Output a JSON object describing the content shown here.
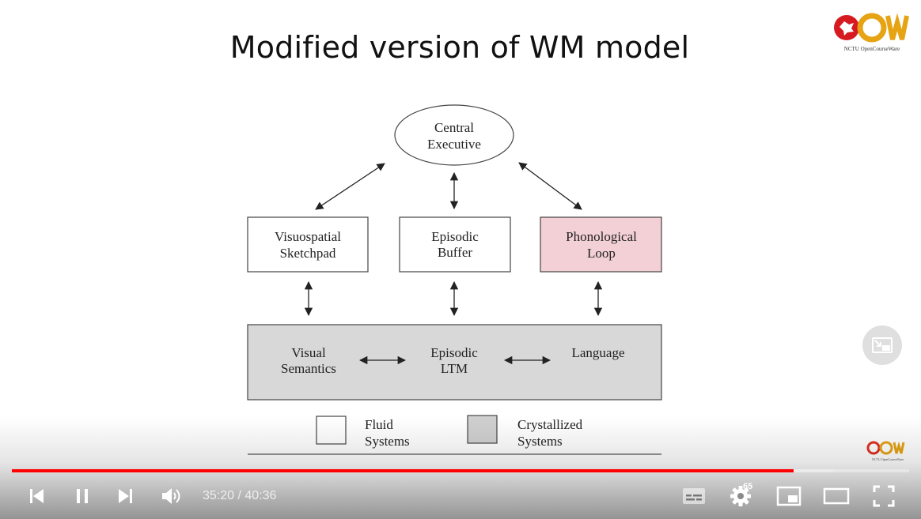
{
  "slide": {
    "title": "Modified version of WM model",
    "diagram": {
      "central_executive": [
        "Central",
        "Executive"
      ],
      "visuospatial": [
        "Visuospatial",
        "Sketchpad"
      ],
      "episodic_buffer": [
        "Episodic",
        "Buffer"
      ],
      "phonological": [
        "Phonological",
        "Loop"
      ],
      "visual_semantics": [
        "Visual",
        "Semantics"
      ],
      "episodic_ltm": [
        "Episodic",
        "LTM"
      ],
      "language": "Language",
      "legend_fluid": [
        "Fluid",
        "Systems"
      ],
      "legend_crystallized": [
        "Crystallized",
        "Systems"
      ]
    },
    "logo_text": "NCTU OpenCourseWare",
    "logo_text_small": "NCTU OpenCourseWare"
  },
  "player": {
    "progress": {
      "played_fraction": 0.871,
      "loaded_fraction": 0.915
    },
    "time_current": "35:20",
    "time_separator": " / ",
    "time_total": "40:36",
    "settings_badge": "65",
    "colors": {
      "progress": "#ff0000",
      "controls": "#ffffff",
      "phonological_fill": "#f3d0d6",
      "ltm_fill": "#d8d8d8"
    }
  },
  "icons": [
    "previous-icon",
    "pause-icon",
    "next-icon",
    "volume-icon",
    "subtitles-icon",
    "gear-icon",
    "miniplayer-icon",
    "theater-icon",
    "fullscreen-icon",
    "exit-miniplayer-icon"
  ]
}
